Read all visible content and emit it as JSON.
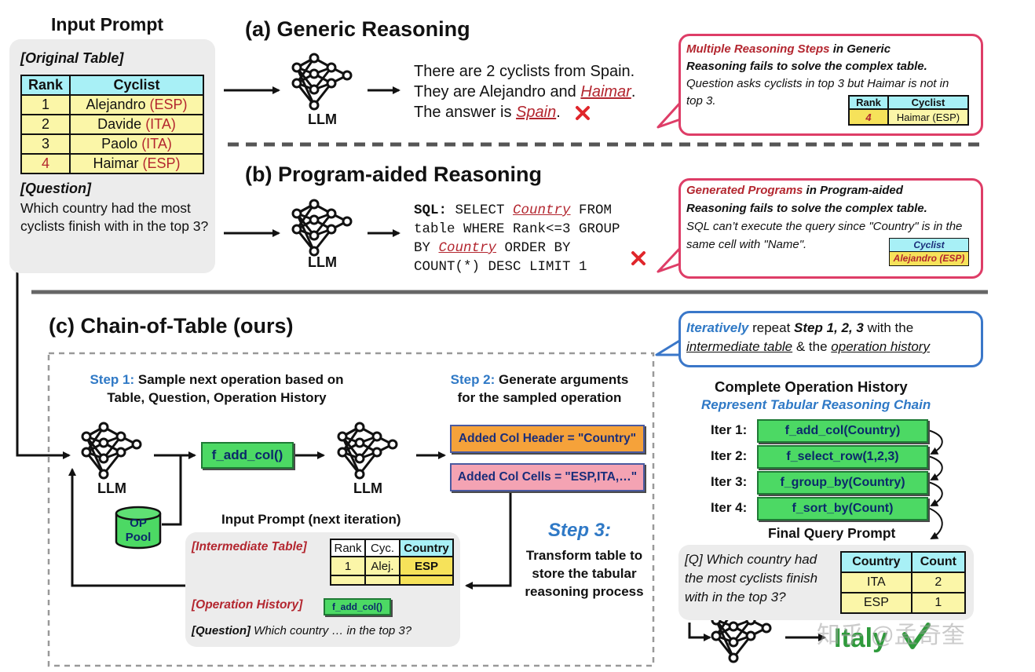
{
  "input": {
    "title": "Input Prompt",
    "table_label": "[Original Table]",
    "headers": [
      "Rank",
      "Cyclist"
    ],
    "rows": [
      {
        "rank": "1",
        "name": "Alejandro ",
        "country": "(ESP)"
      },
      {
        "rank": "2",
        "name": "Davide ",
        "country": "(ITA)"
      },
      {
        "rank": "3",
        "name": "Paolo ",
        "country": "(ITA)"
      },
      {
        "rank": "4",
        "name": "Haimar ",
        "country": "(ESP)"
      }
    ],
    "question_label": "[Question]",
    "question": "Which country had the most cyclists finish with in the top 3?"
  },
  "llm_label": "LLM",
  "generic": {
    "title": "(a) Generic Reasoning",
    "line1": "There are 2 cyclists from Spain.",
    "line2a": "They are Alejandro and ",
    "line2b": "Haimar",
    "line2c": ".",
    "line3a": "The answer is ",
    "line3b": "Spain",
    "line3c": ".",
    "callout_red": "Multiple Reasoning Steps",
    "callout_bold1": " in Generic",
    "callout_bold2": "Reasoning fails to solve the complex table.",
    "callout_text": "Question asks cyclists in top 3 but Haimar is not in top 3.",
    "mini_headers": [
      "Rank",
      "Cyclist"
    ],
    "mini_row": [
      "4",
      "Haimar (ESP)"
    ]
  },
  "program": {
    "title": "(b) Program-aided Reasoning",
    "sql_label": "SQL:",
    "sql1": " SELECT ",
    "sql_country": "Country",
    "sql2": " FROM",
    "sql3": "table WHERE Rank<=3 GROUP",
    "sql4a": "BY ",
    "sql4b": " ORDER BY",
    "sql5": "COUNT(*) DESC LIMIT 1",
    "callout_red": "Generated Programs",
    "callout_bold1": " in Program-aided",
    "callout_bold2": "Reasoning fails to solve the complex table.",
    "callout_text": "SQL can’t execute the query since \"Country\" is in the same cell with \"Name\".",
    "mini_header": "Cyclist",
    "mini_cell": "Alejandro (ESP)"
  },
  "chain": {
    "title": "(c) Chain-of-Table (ours)",
    "step1_label": "Step 1:",
    "step1_text_a": " Sample next operation based on",
    "step1_text_b": "Table, Question, Operation History",
    "step2_label": "Step 2:",
    "step2_text_a": " Generate arguments",
    "step2_text_b": "for the sampled operation",
    "op_pool_a": "OP",
    "op_pool_b": "Pool",
    "op_selected": "f_add_col()",
    "arg_header": "Added Col Header = \"Country\"",
    "arg_cells": "Added Col Cells = \"ESP,ITA,…\"",
    "step3_label": "Step 3:",
    "step3_text": [
      "Transform table to",
      "store the tabular",
      "reasoning process"
    ],
    "next_title": "Input Prompt (next iteration)",
    "inter_label": "[Intermediate Table]",
    "inter_headers": [
      "Rank",
      "Cyc.",
      "Country"
    ],
    "inter_row": [
      "1",
      "Alej.",
      "ESP"
    ],
    "history_label": "[Operation History]",
    "history_op": "f_add_col()",
    "question_label": "[Question]",
    "question_text": " Which country … in the top 3?"
  },
  "iterative": {
    "word": "Iteratively",
    "text1": " repeat ",
    "steps": "Step 1, 2, 3",
    "text2": " with the",
    "link1": "intermediate table",
    "text3": " & the ",
    "link2": "operation history"
  },
  "history": {
    "title": "Complete Operation History",
    "subtitle": "Represent Tabular Reasoning Chain",
    "iters": [
      {
        "label": "Iter 1:",
        "op": "f_add_col(Country)"
      },
      {
        "label": "Iter 2:",
        "op": "f_select_row(1,2,3)"
      },
      {
        "label": "Iter 3:",
        "op": "f_group_by(Country)"
      },
      {
        "label": "Iter 4:",
        "op": "f_sort_by(Count)"
      }
    ],
    "final_title": "Final Query Prompt",
    "final_q": "[Q] Which country had the most cyclists finish with in the top 3?",
    "final_headers": [
      "Country",
      "Count"
    ],
    "final_rows": [
      [
        "ITA",
        "2"
      ],
      [
        "ESP",
        "1"
      ]
    ],
    "answer": "Italy",
    "watermark": "知乎 @孟奇奎"
  },
  "colors": {
    "header_cyan": "#a8f0f6",
    "row_yellow": "#fbf6a8",
    "callout_red": "#de3d67",
    "callout_blue": "#3a77c9",
    "op_green": "#4cd964",
    "answer_green": "#2e9a3b"
  }
}
